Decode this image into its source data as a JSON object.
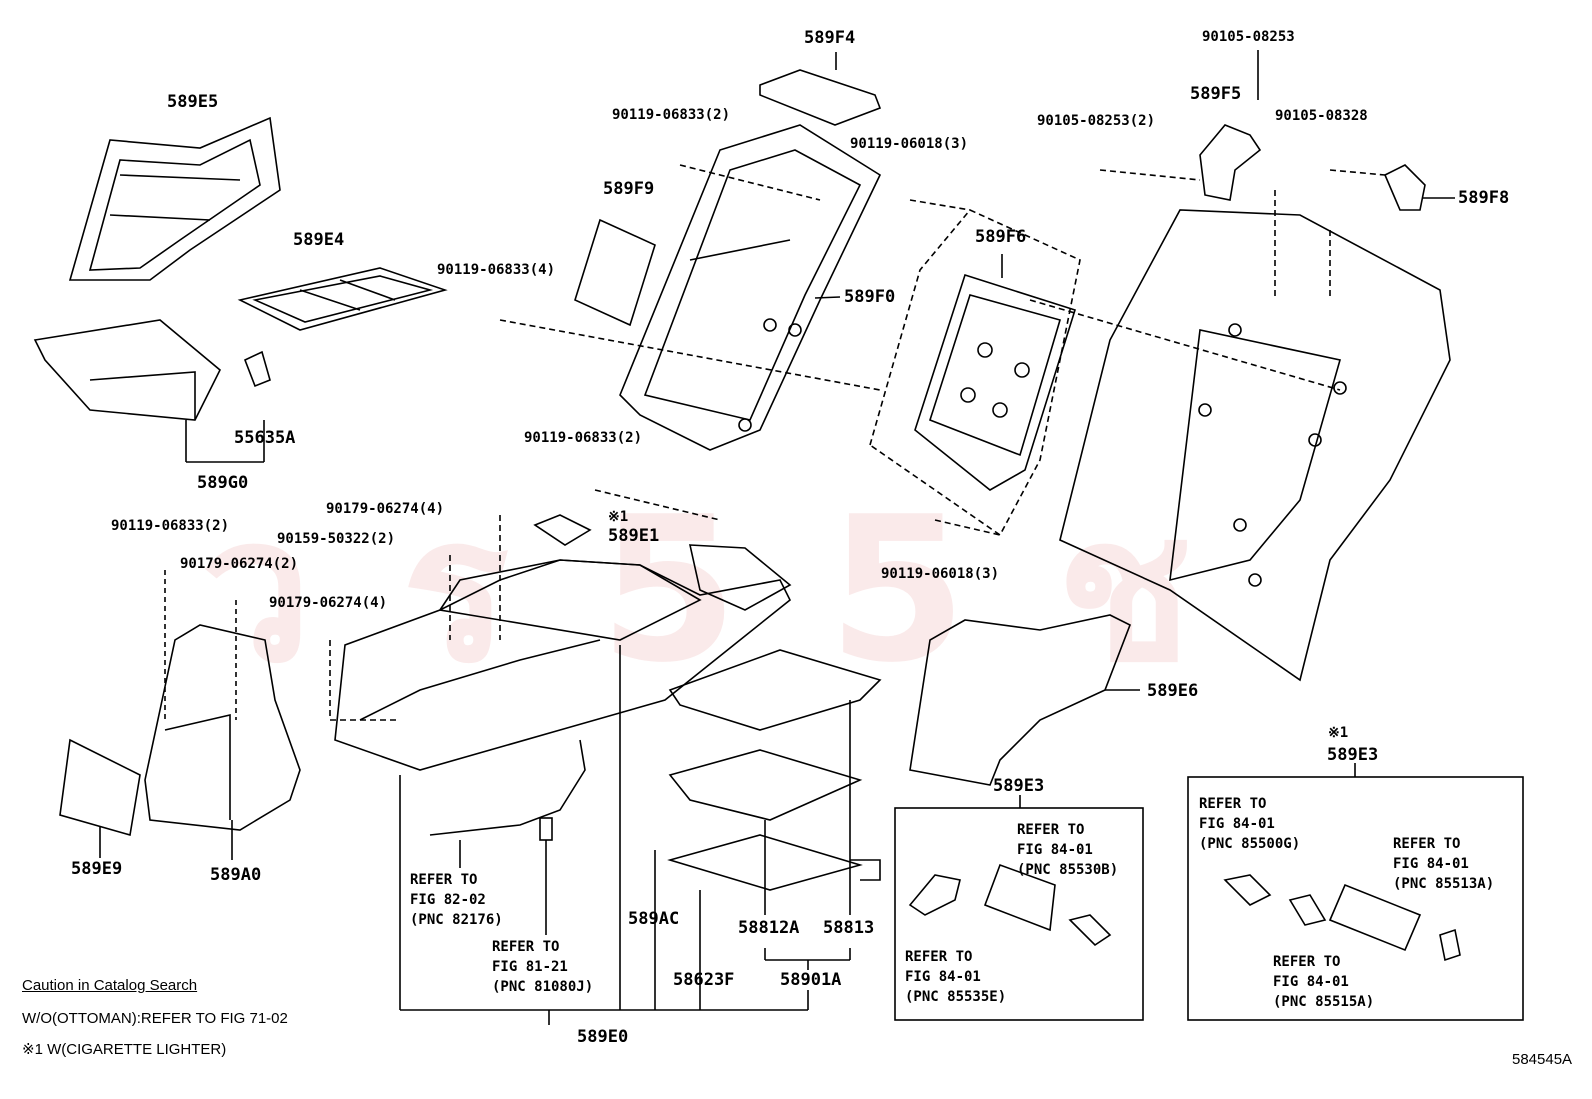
{
  "watermark": "ว ร 5 5 ช",
  "labels": {
    "p589F4": "589F4",
    "p589E5": "589E5",
    "p589E4": "589E4",
    "p589F9": "589F9",
    "p589F0": "589F0",
    "p589F6": "589F6",
    "p589F5": "589F5",
    "p589F8": "589F8",
    "p55635A": "55635A",
    "p589G0": "589G0",
    "p589E1": "589E1",
    "p589E6": "589E6",
    "p589E3a": "589E3",
    "p589E3b": "589E3",
    "p589E9": "589E9",
    "p589A0": "589A0",
    "p589AC": "589AC",
    "p58812A": "58812A",
    "p58813": "58813",
    "p58623F": "58623F",
    "p58901A": "58901A",
    "p589E0": "589E0"
  },
  "fasteners": {
    "f1": "90119-06833(2)",
    "f2": "90119-06018(3)",
    "f3": "90105-08253",
    "f4": "90105-08253(2)",
    "f5": "90105-08328",
    "f6": "90119-06833(4)",
    "f7": "90119-06833(2)",
    "f8": "90179-06274(4)",
    "f9": "90159-50322(2)",
    "f10": "90119-06833(2)",
    "f11": "90179-06274(2)",
    "f12": "90179-06274(4)",
    "f13": "90119-06018(3)"
  },
  "marks": {
    "m1": "※1",
    "m2": "※1"
  },
  "refs": {
    "r1": "REFER TO\nFIG 82-02\n(PNC 82176)",
    "r2": "REFER TO\nFIG 81-21\n(PNC 81080J)",
    "r3": "REFER TO\nFIG 84-01\n(PNC 85530B)",
    "r4": "REFER TO\nFIG 84-01\n(PNC 85535E)",
    "r5": "REFER TO\nFIG 84-01\n(PNC 85500G)",
    "r6": "REFER TO\nFIG 84-01\n(PNC 85513A)",
    "r7": "REFER TO\nFIG 84-01\n(PNC 85515A)"
  },
  "notes": {
    "caution_title": "Caution in Catalog Search",
    "line1": "W/O(OTTOMAN):REFER TO FIG 71-02",
    "line2": "※1 W(CIGARETTE LIGHTER)"
  },
  "figure_id": "584545A"
}
